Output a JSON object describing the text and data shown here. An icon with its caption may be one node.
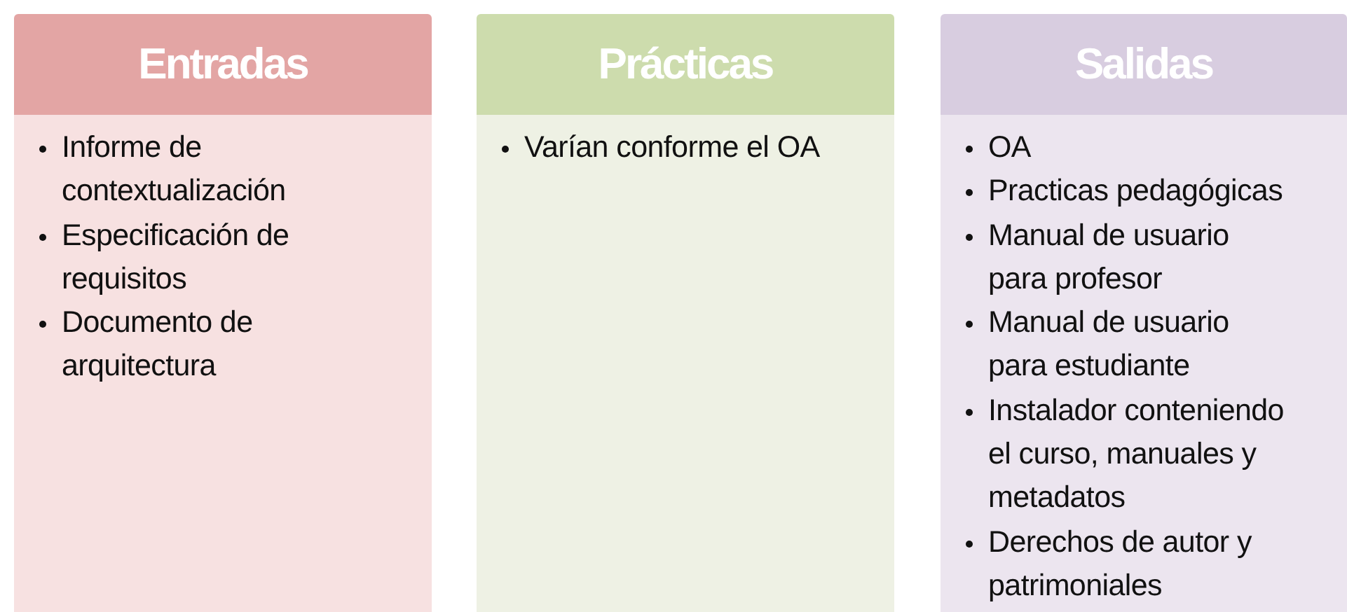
{
  "diagram": {
    "nodes": [
      {
        "text": [
          "Entradas"
        ]
      },
      {
        "text": [
          "Informe de contextualización",
          "Especificación de requisitos",
          "Documento de arquitectura"
        ]
      },
      {
        "text": [
          "Prácticas"
        ]
      },
      {
        "text": [
          "Varían conforme el OA"
        ]
      },
      {
        "text": [
          "Salidas"
        ]
      },
      {
        "text": [
          "OA",
          "Practicas pedagógicas",
          "Manual de usuario para profesor",
          "Manual de usuario para estudiante",
          "Instalador conteniendo el curso, manuales y metadatos",
          "Derechos de autor y patrimoniales"
        ]
      }
    ]
  }
}
